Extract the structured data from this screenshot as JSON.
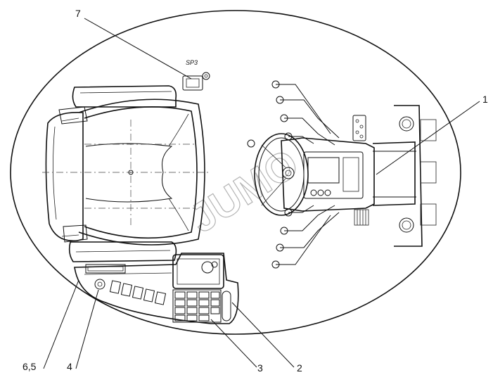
{
  "diagram": {
    "title": "Operator cab layout — seat, controls and steering",
    "watermark": "JUMO",
    "seat_label": "SP3",
    "callouts": [
      {
        "id": "1",
        "label": "1"
      },
      {
        "id": "2",
        "label": "2"
      },
      {
        "id": "3",
        "label": "3"
      },
      {
        "id": "4",
        "label": "4"
      },
      {
        "id": "6-5",
        "label": "6,5"
      },
      {
        "id": "7",
        "label": "7"
      }
    ]
  }
}
